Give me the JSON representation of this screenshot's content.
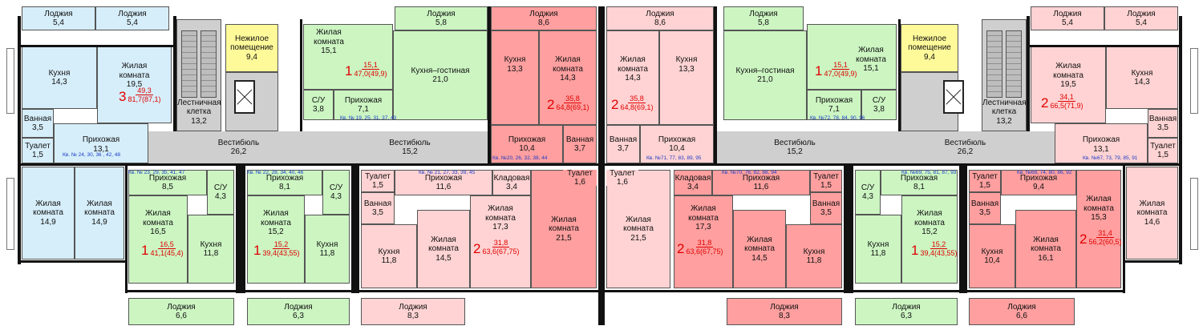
{
  "colors": {
    "blue": "#d6eefa",
    "green": "#ccf5c2",
    "pink": "#ffd3d3",
    "red": "#ff9f9f",
    "yellow": "#fffa99",
    "gray": "#cfcfcf",
    "caption": "#e00000",
    "note": "#1a3cc8"
  },
  "rooms": {
    "a1_log1": {
      "name": "Лоджия",
      "area": "5,4"
    },
    "a1_log2": {
      "name": "Лоджия",
      "area": "5,4"
    },
    "a1_kitchen": {
      "name": "Кухня",
      "area": "14,3"
    },
    "a1_living": {
      "name": "Жилая комната",
      "area": "19,5"
    },
    "a1_bath": {
      "name": "Ванная",
      "area": "3,5"
    },
    "a1_hall": {
      "name": "Прихожая",
      "area": "13,1"
    },
    "a1_wc": {
      "name": "Туалет",
      "area": "1,5"
    },
    "stairs_l": {
      "name": "Лестничная клетка",
      "area": "13,2"
    },
    "nonres_l": {
      "name": "Нежилое помещение",
      "area": "9,4"
    },
    "a2_living": {
      "name": "Жилая комната",
      "area": "15,1"
    },
    "a2_log": {
      "name": "Лоджия",
      "area": "5,8"
    },
    "a2_kitchen": {
      "name": "Кухня–гостиная",
      "area": "21,0"
    },
    "a2_su": {
      "name": "С/У",
      "area": "3,8"
    },
    "a2_hall": {
      "name": "Прихожая",
      "area": "7,1"
    },
    "a3_log": {
      "name": "Лоджия",
      "area": "8,6"
    },
    "a3_kitchen": {
      "name": "Кухня",
      "area": "13,3"
    },
    "a3_living": {
      "name": "Жилая комната",
      "area": "14,3"
    },
    "a3_hall": {
      "name": "Прихожая",
      "area": "10,4"
    },
    "a3_bath": {
      "name": "Ванная",
      "area": "3,7"
    },
    "a4_log": {
      "name": "Лоджия",
      "area": "8,6"
    },
    "a4_living": {
      "name": "Жилая комната",
      "area": "14,3"
    },
    "a4_kitchen": {
      "name": "Кухня",
      "area": "13,3"
    },
    "a4_bath": {
      "name": "Ванная",
      "area": "3,7"
    },
    "a4_hall": {
      "name": "Прихожая",
      "area": "10,4"
    },
    "a5_log": {
      "name": "Лоджия",
      "area": "5,8"
    },
    "a5_kitchen": {
      "name": "Кухня–гостиная",
      "area": "21,0"
    },
    "a5_living": {
      "name": "Жилая комната",
      "area": "15,1"
    },
    "a5_hall": {
      "name": "Прихожая",
      "area": "7,1"
    },
    "a5_su": {
      "name": "С/У",
      "area": "3,8"
    },
    "nonres_r": {
      "name": "Нежилое помещение",
      "area": "9,4"
    },
    "stairs_r": {
      "name": "Лестничная клетка",
      "area": "13,2"
    },
    "a6_log1": {
      "name": "Лоджия",
      "area": "5,4"
    },
    "a6_log2": {
      "name": "Лоджия",
      "area": "5,4"
    },
    "a6_living": {
      "name": "Жилая комната",
      "area": "19,5"
    },
    "a6_kitchen": {
      "name": "Кухня",
      "area": "14,3"
    },
    "a6_bath": {
      "name": "Ванная",
      "area": "3,5"
    },
    "a6_hall": {
      "name": "Прихожая",
      "area": "13,1"
    },
    "a6_wc": {
      "name": "Туалет",
      "area": "1,5"
    },
    "vest1": {
      "name": "Вестибюль",
      "area": "26,2"
    },
    "vest2": {
      "name": "Вестибюль",
      "area": "15,2"
    },
    "vest3": {
      "name": "Вестибюль",
      "area": "15,2"
    },
    "vest4": {
      "name": "Вестибюль",
      "area": "26,2"
    },
    "b1_living1": {
      "name": "Жилая комната",
      "area": "14,9"
    },
    "b1_living2": {
      "name": "Жилая комната",
      "area": "14,9"
    },
    "b2_hall": {
      "name": "Прихожая",
      "area": "8,5"
    },
    "b2_living": {
      "name": "Жилая комната",
      "area": "16,5"
    },
    "b2_su": {
      "name": "С/У",
      "area": "4,3"
    },
    "b2_kitchen": {
      "name": "Кухня",
      "area": "11,8"
    },
    "b2_log": {
      "name": "Лоджия",
      "area": "6,6"
    },
    "b3_hall": {
      "name": "Прихожая",
      "area": "8,1"
    },
    "b3_living": {
      "name": "Жилая комната",
      "area": "15,2"
    },
    "b3_su": {
      "name": "С/У",
      "area": "4,3"
    },
    "b3_kitchen": {
      "name": "Кухня",
      "area": "11,8"
    },
    "b3_log": {
      "name": "Лоджия",
      "area": "6,3"
    },
    "b4_wc": {
      "name": "Туалет",
      "area": "1,5"
    },
    "b4_hall": {
      "name": "Прихожая",
      "area": "11,6"
    },
    "b4_storage": {
      "name": "Кладовая",
      "area": "3,4"
    },
    "b4_bath": {
      "name": "Ванная",
      "area": "3,5"
    },
    "b4_kitchen": {
      "name": "Кухня",
      "area": "11,8"
    },
    "b4_living1": {
      "name": "Жилая комната",
      "area": "14,5"
    },
    "b4_living2": {
      "name": "Жилая комната",
      "area": "17,3"
    },
    "b4_log": {
      "name": "Лоджия",
      "area": "8,3"
    },
    "b5_wc": {
      "name": "Туалет",
      "area": "1,6"
    },
    "b5_living": {
      "name": "Жилая комната",
      "area": "21,5"
    },
    "b6_wc": {
      "name": "Туалет",
      "area": "1,6"
    },
    "b6_living": {
      "name": "Жилая комната",
      "area": "21,5"
    },
    "b7_storage": {
      "name": "Кладовая",
      "area": "3,4"
    },
    "b7_hall": {
      "name": "Прихожая",
      "area": "11,6"
    },
    "b7_wc": {
      "name": "Туалет",
      "area": "1,5"
    },
    "b7_bath": {
      "name": "Ванная",
      "area": "3,5"
    },
    "b7_living1": {
      "name": "Жилая комната",
      "area": "17,3"
    },
    "b7_living2": {
      "name": "Жилая комната",
      "area": "14,5"
    },
    "b7_kitchen": {
      "name": "Кухня",
      "area": "11,8"
    },
    "b7_log": {
      "name": "Лоджия",
      "area": "8,3"
    },
    "b8_su": {
      "name": "С/У",
      "area": "4,3"
    },
    "b8_hall": {
      "name": "Прихожая",
      "area": "8,1"
    },
    "b8_kitchen": {
      "name": "Кухня",
      "area": "11,8"
    },
    "b8_living": {
      "name": "Жилая комната",
      "area": "15,2"
    },
    "b8_log": {
      "name": "Лоджия",
      "area": "6,3"
    },
    "b9_wc": {
      "name": "Туалет",
      "area": "1,5"
    },
    "b9_bath": {
      "name": "Ванная",
      "area": "3,5"
    },
    "b9_hall": {
      "name": "Прихожая",
      "area": "9,4"
    },
    "b9_kitchen": {
      "name": "Кухня",
      "area": "10,4"
    },
    "b9_living1": {
      "name": "Жилая комната",
      "area": "16,1"
    },
    "b9_living2": {
      "name": "Жилая комната",
      "area": "15,3"
    },
    "b9_log": {
      "name": "Лоджия",
      "area": "6,6"
    },
    "b10_living": {
      "name": "Жилая комната",
      "area": "14,6"
    }
  },
  "captions": {
    "a1": {
      "rooms": "3",
      "top": "49,3",
      "bottom": "81,7(87,1)"
    },
    "a2": {
      "rooms": "1",
      "top": "15,1",
      "bottom": "47,0(49,9)"
    },
    "a3": {
      "rooms": "2",
      "top": "35,8",
      "bottom": "64,8(69,1)"
    },
    "a4": {
      "rooms": "2",
      "top": "35,8",
      "bottom": "64,8(69,1)"
    },
    "a5": {
      "rooms": "1",
      "top": "15,1",
      "bottom": "47,0(49,9)"
    },
    "a6": {
      "rooms": "2",
      "top": "34,1",
      "bottom": "66,5(71,9)"
    },
    "b2": {
      "rooms": "1",
      "top": "16,5",
      "bottom": "41,1(45,4)"
    },
    "b3": {
      "rooms": "1",
      "top": "15,2",
      "bottom": "39,4(43,55)"
    },
    "b4": {
      "rooms": "2",
      "top": "31,8",
      "bottom": "63,6(67,75)"
    },
    "b7": {
      "rooms": "2",
      "top": "31,8",
      "bottom": "63,6(67,75)"
    },
    "b8": {
      "rooms": "1",
      "top": "15,2",
      "bottom": "39,4(43,55)"
    },
    "b9": {
      "rooms": "2",
      "top": "31,4",
      "bottom": "56,2(60,5)"
    }
  },
  "notes": {
    "a1": "Кв. № 24, 30, 36 , 42, 48",
    "a2": "Кв. № 19, 25, 31, 37, 43",
    "a3": "Кв. №20, 26, 32, 38, 44",
    "a4": "Кв. №71, 77, 83, 89, 95",
    "a5": "Кв. №72, 78, 84, 90, 96",
    "a6": "Кв. №67, 73, 79, 85, 91",
    "b2": "Кв. № 23, 29, 35, 41, 47",
    "b3": "Кв. № 22, 28, 34, 40, 46",
    "b4": "Кв. № 21, 27, 33, 39, 45",
    "b7": "Кв. №70, 76, 82, 88, 94",
    "b8": "Кв. №69, 75, 81, 87, 93",
    "b9": "Кв. №68, 74, 80, 86, 92"
  }
}
